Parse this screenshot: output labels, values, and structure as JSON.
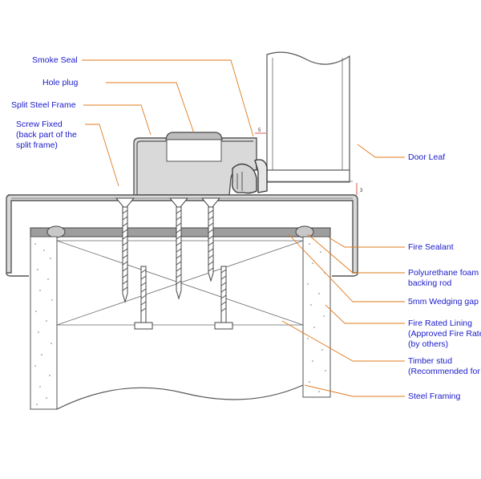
{
  "labels": {
    "smoke_seal": "Smoke Seal",
    "hole_plug": "Hole plug",
    "split_frame": "Split Steel Frame",
    "screw_1": "Screw Fixed",
    "screw_2": "(back part of the",
    "screw_3": "split frame)",
    "door_leaf": "Door Leaf",
    "fire_sealant": "Fire Sealant",
    "foam_1": "Polyurethane foam",
    "foam_2": "backing rod",
    "wedging": "5mm Wedging gap",
    "lining_1": "Fire Rated Lining",
    "lining_2": "(Approved Fire Rated",
    "lining_3": "(by others)",
    "stud_1": "Timber stud",
    "stud_2": "(Recommended for",
    "steel_framing": "Steel Framing"
  },
  "dimensions": {
    "gap_top": "5",
    "gap_side": "3"
  },
  "colors": {
    "label": "#1a1acc",
    "leader": "#e07a1e",
    "line": "#555555",
    "fill": "#d9d9d9"
  }
}
